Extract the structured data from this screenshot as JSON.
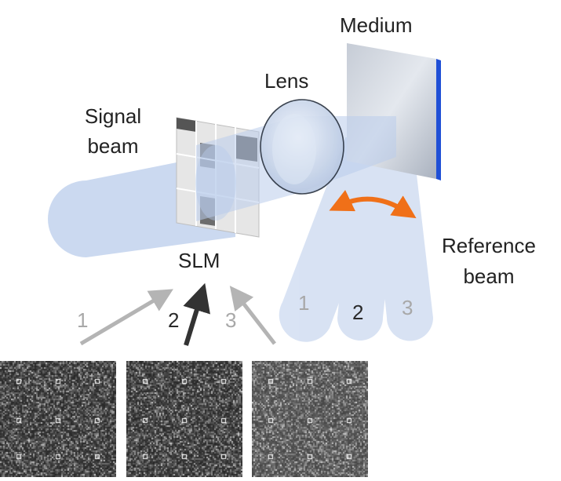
{
  "labels": {
    "medium": "Medium",
    "lens": "Lens",
    "signal_line1": "Signal",
    "signal_line2": "beam",
    "slm": "SLM",
    "reference_line1": "Reference",
    "reference_line2": "beam"
  },
  "pattern_numbers": [
    "1",
    "2",
    "3"
  ],
  "reference_numbers": [
    "1",
    "2",
    "3"
  ],
  "patterns": [
    {
      "id": 1,
      "brightness": "dark"
    },
    {
      "id": 2,
      "brightness": "dark"
    },
    {
      "id": 3,
      "brightness": "medium"
    }
  ],
  "colors": {
    "beam_fill": "#b9cceb",
    "medium_edge": "#1f4fd6",
    "rotation_arrow": "#f07018",
    "arrow_gray": "#b4b4b4",
    "arrow_dark": "#333333"
  }
}
